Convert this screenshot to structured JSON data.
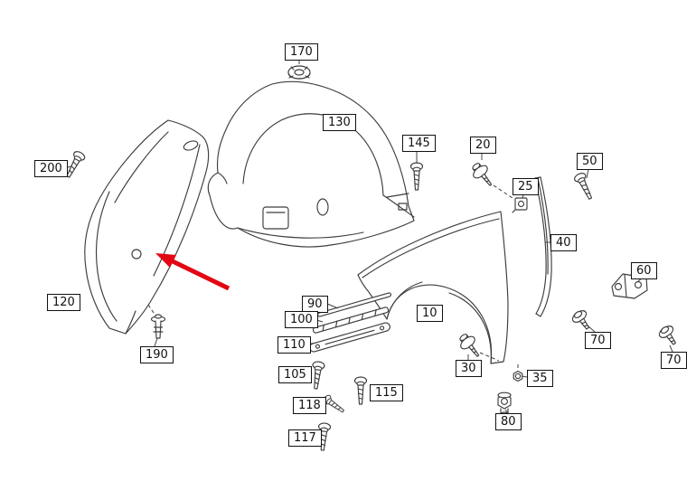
{
  "diagram": {
    "type": "exploded-parts-diagram",
    "labels": [
      {
        "number": "200"
      },
      {
        "number": "170"
      },
      {
        "number": "130"
      },
      {
        "number": "145"
      },
      {
        "number": "20"
      },
      {
        "number": "50"
      },
      {
        "number": "25"
      },
      {
        "number": "40"
      },
      {
        "number": "60"
      },
      {
        "number": "120"
      },
      {
        "number": "190"
      },
      {
        "number": "90"
      },
      {
        "number": "100"
      },
      {
        "number": "110"
      },
      {
        "number": "105"
      },
      {
        "number": "115"
      },
      {
        "number": "118"
      },
      {
        "number": "117"
      },
      {
        "number": "10"
      },
      {
        "number": "30"
      },
      {
        "number": "35"
      },
      {
        "number": "80"
      },
      {
        "number": "70"
      },
      {
        "number": "70"
      }
    ]
  },
  "colors": {
    "background": "#ffffff",
    "line": "#3d3d3d",
    "leader": "#444444",
    "label_border": "#111111",
    "arrow": "#e30613"
  }
}
